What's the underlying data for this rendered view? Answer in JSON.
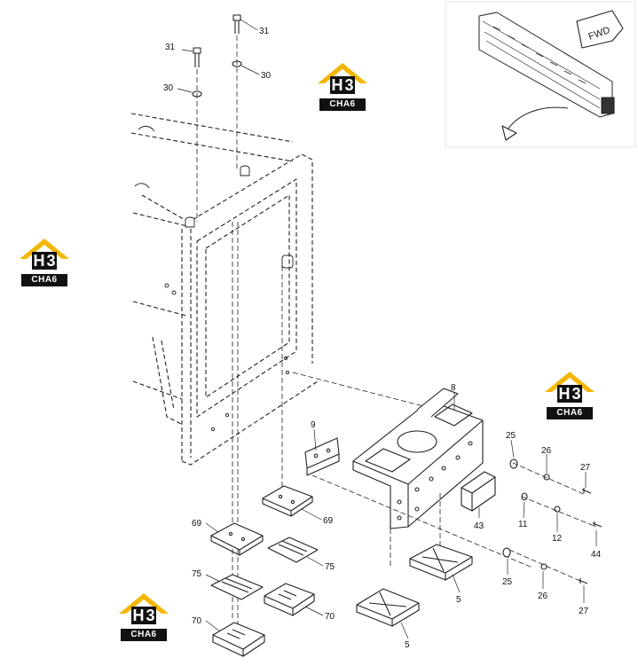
{
  "watermark": {
    "mark_h": "H",
    "mark_3": "3",
    "caption": "CHA6",
    "accent": "#f2b705",
    "dark": "#111111"
  },
  "direction_sign": {
    "text": "FWD"
  },
  "callouts": [
    {
      "id": "c31a",
      "text": "31"
    },
    {
      "id": "c31b",
      "text": "31"
    },
    {
      "id": "c30a",
      "text": "30"
    },
    {
      "id": "c30b",
      "text": "30"
    },
    {
      "id": "c8",
      "text": "8"
    },
    {
      "id": "c9",
      "text": "9"
    },
    {
      "id": "c25a",
      "text": "25"
    },
    {
      "id": "c26a",
      "text": "26"
    },
    {
      "id": "c27a",
      "text": "27"
    },
    {
      "id": "c43",
      "text": "43"
    },
    {
      "id": "c11",
      "text": "11"
    },
    {
      "id": "c12",
      "text": "12"
    },
    {
      "id": "c44",
      "text": "44"
    },
    {
      "id": "c25b",
      "text": "25"
    },
    {
      "id": "c26b",
      "text": "26"
    },
    {
      "id": "c27b",
      "text": "27"
    },
    {
      "id": "c69a",
      "text": "69"
    },
    {
      "id": "c69b",
      "text": "69"
    },
    {
      "id": "c75a",
      "text": "75"
    },
    {
      "id": "c75b",
      "text": "75"
    },
    {
      "id": "c70a",
      "text": "70"
    },
    {
      "id": "c70b",
      "text": "70"
    },
    {
      "id": "c5a",
      "text": "5"
    },
    {
      "id": "c5b",
      "text": "5"
    }
  ]
}
